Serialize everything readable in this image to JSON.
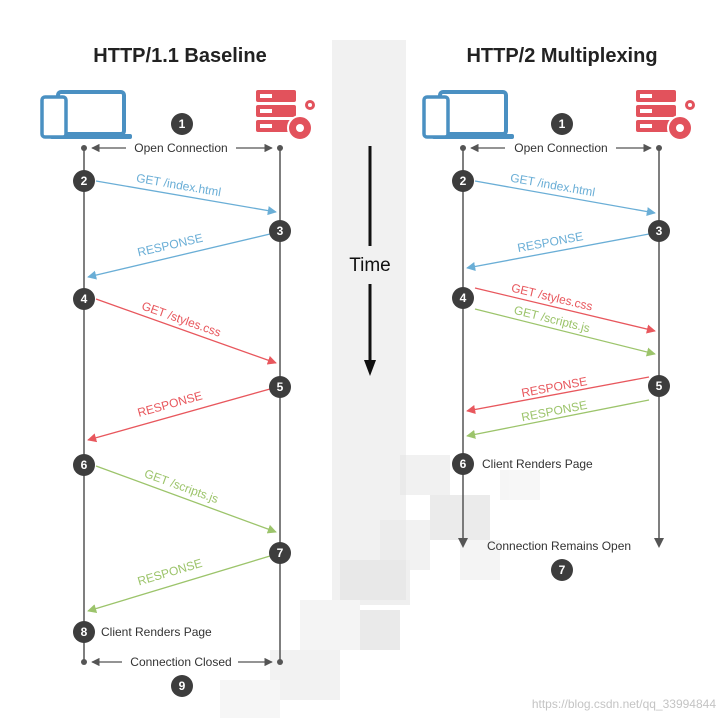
{
  "left": {
    "title": "HTTP/1.1 Baseline",
    "open_connection": "Open Connection",
    "connection_closed": "Connection Closed",
    "client_renders": "Client Renders Page",
    "messages": [
      {
        "text": "GET /index.html",
        "kind": "request",
        "color": "#6aaed6"
      },
      {
        "text": "RESPONSE",
        "kind": "response",
        "color": "#6aaed6"
      },
      {
        "text": "GET /styles.css",
        "kind": "request",
        "color": "#e8575d"
      },
      {
        "text": "RESPONSE",
        "kind": "response",
        "color": "#e8575d"
      },
      {
        "text": "GET /scripts.js",
        "kind": "request",
        "color": "#9cc46b"
      },
      {
        "text": "RESPONSE",
        "kind": "response",
        "color": "#9cc46b"
      }
    ],
    "steps": [
      "1",
      "2",
      "3",
      "4",
      "5",
      "6",
      "7",
      "8",
      "9"
    ]
  },
  "right": {
    "title": "HTTP/2 Multiplexing",
    "open_connection": "Open Connection",
    "client_renders": "Client Renders Page",
    "connection_open": "Connection Remains Open",
    "messages": [
      {
        "text": "GET /index.html",
        "kind": "request",
        "color": "#6aaed6"
      },
      {
        "text": "RESPONSE",
        "kind": "response",
        "color": "#6aaed6"
      },
      {
        "text": "GET /styles.css",
        "kind": "request",
        "color": "#e8575d"
      },
      {
        "text": "GET /scripts.js",
        "kind": "request",
        "color": "#9cc46b"
      },
      {
        "text": "RESPONSE",
        "kind": "response",
        "color": "#e8575d"
      },
      {
        "text": "RESPONSE",
        "kind": "response",
        "color": "#9cc46b"
      }
    ],
    "steps": [
      "1",
      "2",
      "3",
      "4",
      "5",
      "6",
      "7"
    ]
  },
  "time_label": "Time",
  "watermark": "https://blog.csdn.net/qq_33994844",
  "colors": {
    "step_circle": "#3d3d3d",
    "lifeline": "#555555",
    "client_icon": "#4a90c2",
    "server_icon": "#e2525c",
    "blue": "#6aaed6",
    "red": "#e8575d",
    "green": "#9cc46b"
  },
  "icons": {
    "client": "devices-icon",
    "server": "server-gear-icon"
  }
}
